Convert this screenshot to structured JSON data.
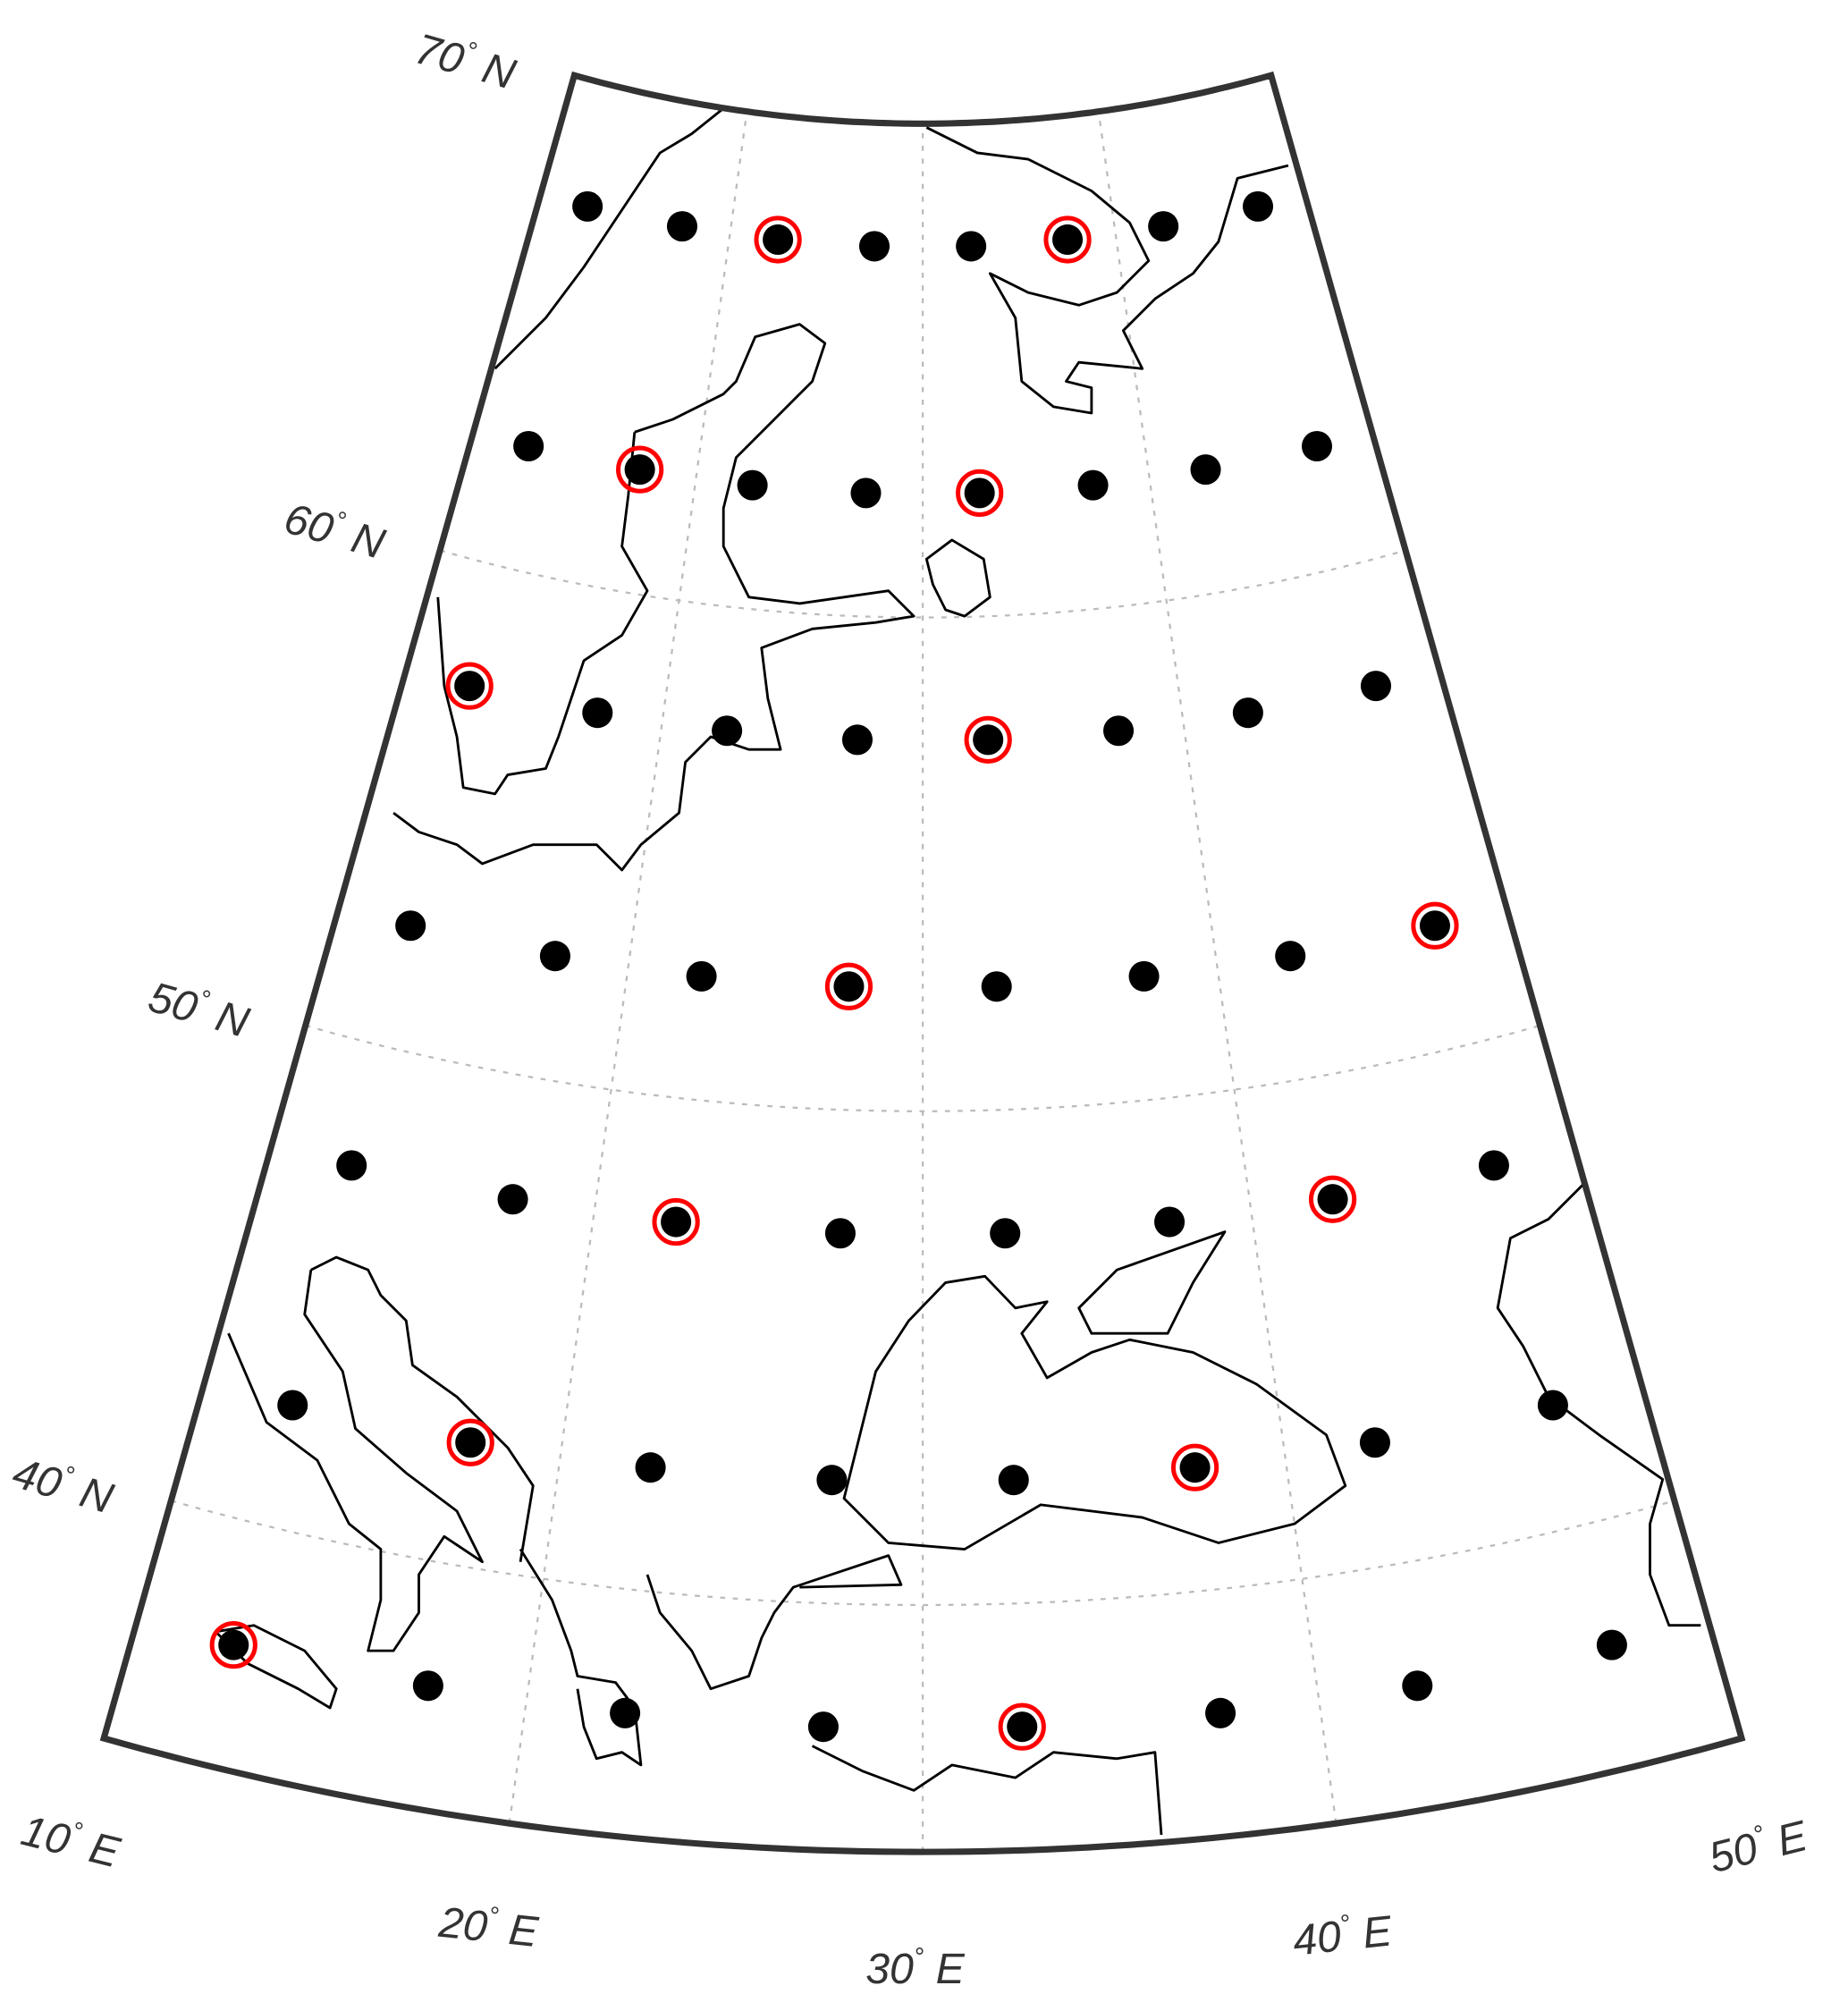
{
  "map": {
    "projection": "conic",
    "lon_range": [
      10,
      50
    ],
    "lat_range": [
      35,
      70
    ],
    "meridians": [
      20,
      30,
      40
    ],
    "parallels": [
      40,
      50,
      60
    ],
    "lat_labels": [
      {
        "deg": "70",
        "hem": "N",
        "lat": 70
      },
      {
        "deg": "60",
        "hem": "N",
        "lat": 60
      },
      {
        "deg": "50",
        "hem": "N",
        "lat": 50
      },
      {
        "deg": "40",
        "hem": "N",
        "lat": 40
      }
    ],
    "lon_labels": [
      {
        "deg": "10",
        "hem": "E",
        "lon": 10
      },
      {
        "deg": "20",
        "hem": "E",
        "lon": 20
      },
      {
        "deg": "30",
        "hem": "E",
        "lon": 30
      },
      {
        "deg": "40",
        "hem": "E",
        "lon": 40
      },
      {
        "deg": "50",
        "hem": "E",
        "lon": 50
      }
    ],
    "colors": {
      "station": "#000000",
      "highlight": "#ff0000",
      "frame": "#333333",
      "coast": "#000000"
    },
    "station_lons": [
      12.5,
      17.5,
      22.5,
      27.5,
      32.5,
      37.5,
      42.5,
      47.5
    ],
    "station_lats": [
      67.5,
      62.5,
      57.5,
      52.5,
      47.5,
      42.5,
      37.5
    ],
    "highlighted": [
      [
        22.5,
        67.5
      ],
      [
        37.5,
        67.5
      ],
      [
        17.5,
        62.5
      ],
      [
        32.5,
        62.5
      ],
      [
        12.5,
        57.5
      ],
      [
        32.5,
        57.5
      ],
      [
        27.5,
        52.5
      ],
      [
        47.5,
        52.5
      ],
      [
        22.5,
        47.5
      ],
      [
        42.5,
        47.5
      ],
      [
        17.5,
        42.5
      ],
      [
        37.5,
        42.5
      ],
      [
        12.5,
        37.5
      ],
      [
        32.5,
        37.5
      ]
    ]
  }
}
